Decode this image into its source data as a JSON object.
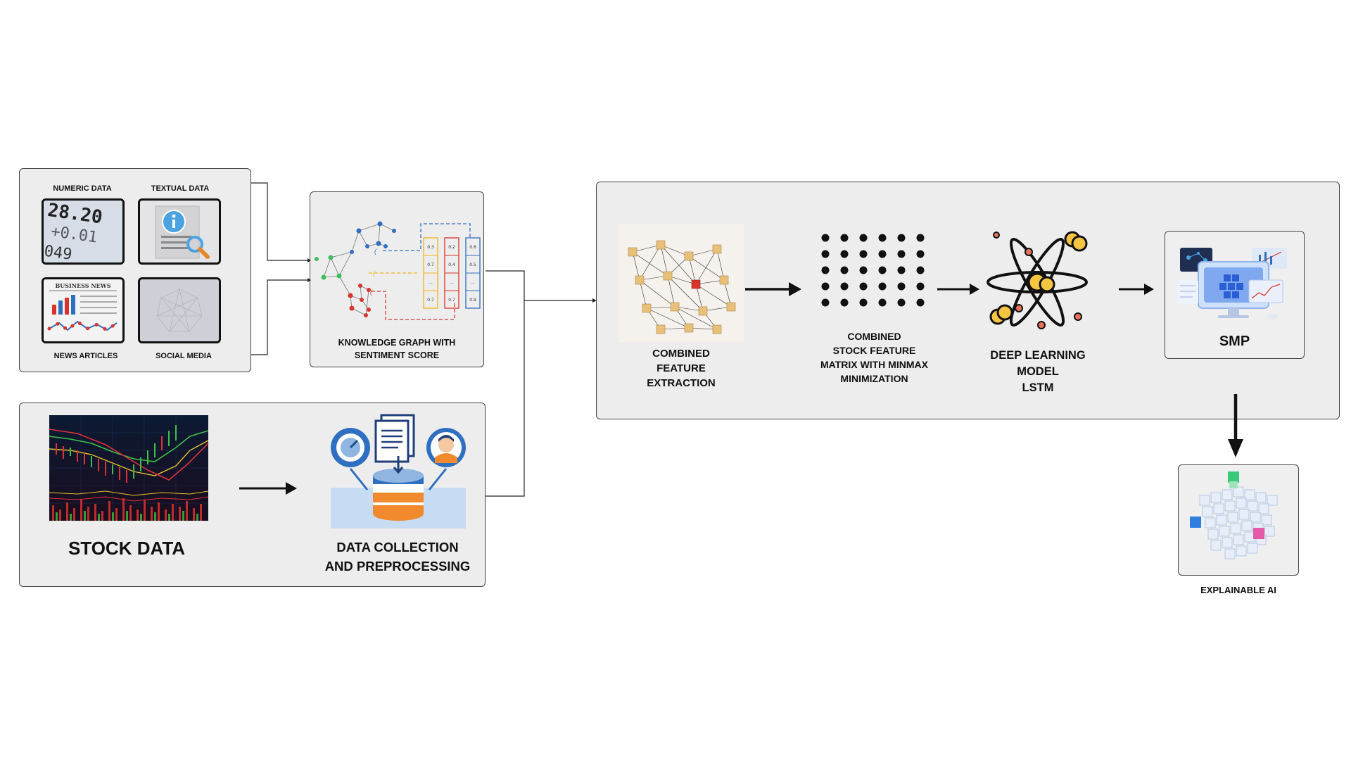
{
  "sources": {
    "numeric": "NUMERIC DATA",
    "textual": "TEXTUAL DATA",
    "news": "NEWS ARTICLES",
    "social": "SOCIAL MEDIA",
    "newspaper_heading": "BUSINESS NEWS",
    "numeric_digits_1": "28.20",
    "numeric_digits_2": "+0.01",
    "numeric_digits_3": "049"
  },
  "knowledge_graph": {
    "label_line1": "KNOWLEDGE GRAPH WITH",
    "label_line2": "SENTIMENT SCORE",
    "col1": [
      "0.3",
      "0.7",
      "...",
      "0.7"
    ],
    "col2": [
      "0.2",
      "0.4",
      "...",
      "0.7"
    ],
    "col3": [
      "0.6",
      "0.5",
      "...",
      "0.9"
    ]
  },
  "stock": {
    "title": "STOCK DATA",
    "prep_line1": "DATA COLLECTION",
    "prep_line2": "AND PREPROCESSING"
  },
  "pipeline": {
    "feature_line1": "COMBINED",
    "feature_line2": "FEATURE",
    "feature_line3": "EXTRACTION",
    "matrix_line1": "COMBINED",
    "matrix_line2": "STOCK FEATURE",
    "matrix_line3": "MATRIX WITH MINMAX",
    "matrix_line4": "MINIMIZATION",
    "dl_line1": "DEEP LEARNING",
    "dl_line2": "MODEL",
    "dl_line3": "LSTM",
    "smp": "SMP",
    "xai": "EXPLAINABLE AI"
  },
  "colors": {
    "panel": "#ededed",
    "kg_yellow": "#f2b21b",
    "kg_red": "#d9342b",
    "kg_blue": "#2f6fc1",
    "kg_green": "#3cbf5a",
    "db_orange": "#f08a2c",
    "db_blue": "#2f6fc1"
  }
}
